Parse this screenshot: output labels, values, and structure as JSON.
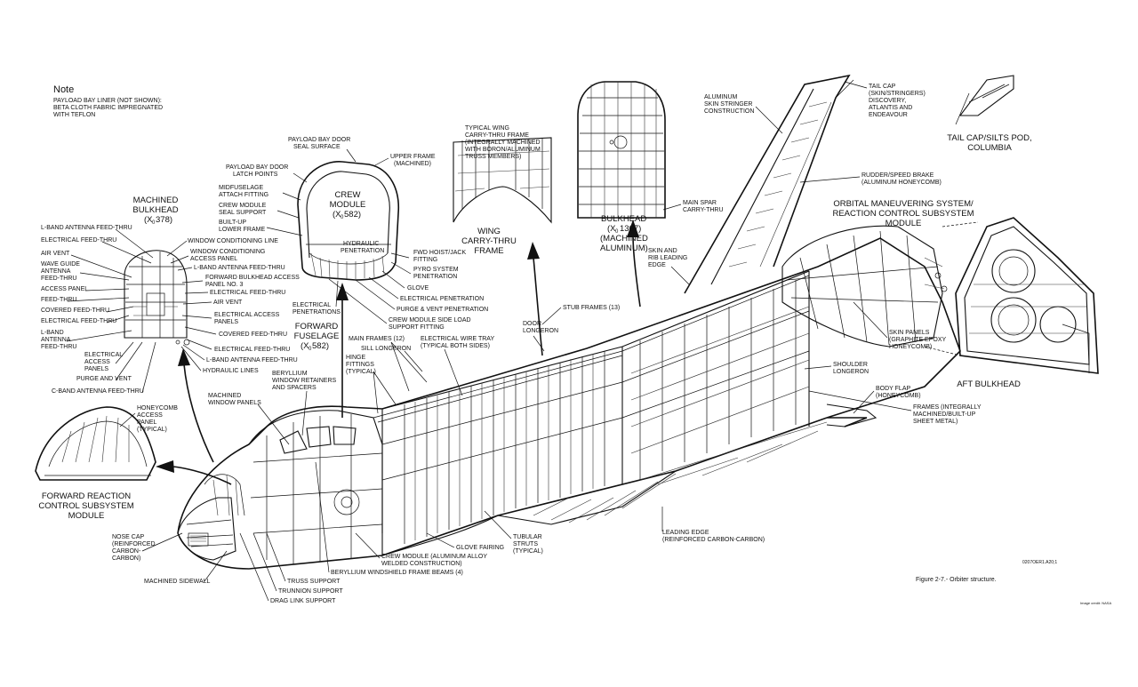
{
  "note": {
    "title": "Note",
    "lines": [
      "PAYLOAD BAY LINER (NOT SHOWN):",
      "BETA CLOTH FABRIC IMPREGNATED",
      "WITH TEFLON"
    ]
  },
  "sections": {
    "machined_bulkhead": [
      "MACHINED",
      "BULKHEAD",
      "(X",
      "0",
      " 378)"
    ],
    "crew_module": [
      "CREW",
      "MODULE",
      "(X",
      "0",
      " 582)"
    ],
    "forward_fuselage": [
      "FORWARD",
      "FUSELAGE",
      "(X",
      "0",
      " 582)"
    ],
    "wing_carry_thru": [
      "WING",
      "CARRY-THRU",
      "FRAME"
    ],
    "bulkhead_1307": [
      "BULKHEAD",
      "(X",
      "0",
      " 1307)",
      "(MACHINED",
      "ALUMINUM)"
    ],
    "oms_rcs": [
      "ORBITAL MANEUVERING SYSTEM/",
      "REACTION CONTROL SUBSYSTEM",
      "MODULE"
    ],
    "aft_bulkhead": "AFT BULKHEAD",
    "tail_cap_pod": [
      "TAIL CAP/SILTS POD,",
      "COLUMBIA"
    ],
    "forward_rcs": [
      "FORWARD REACTION",
      "CONTROL SUBSYSTEM",
      "MODULE"
    ]
  },
  "labels": {
    "l_band_1": "L-BAND ANTENNA FEED-THRU",
    "electrical_feed_1": "ELECTRICAL FEED-THRU",
    "air_vent_1": "AIR VENT",
    "wave_guide": [
      "WAVE GUIDE",
      "ANTENNA",
      "FEED-THRU"
    ],
    "access_panel": "ACCESS PANEL",
    "feed_thru": "FEED-THRU",
    "covered_feed_1": "COVERED FEED-THRU",
    "electrical_feed_2": "ELECTRICAL FEED-THRU",
    "l_band_2": [
      "L-BAND",
      "ANTENNA",
      "FEED-THRU"
    ],
    "electrical_access_1": [
      "ELECTRICAL",
      "ACCESS",
      "PANELS"
    ],
    "purge_vent_1": "PURGE AND VENT",
    "c_band": "C-BAND ANTENNA FEED-THRU",
    "window_cond_line": "WINDOW CONDITIONING LINE",
    "window_cond_access": [
      "WINDOW CONDITIONING",
      "ACCESS PANEL"
    ],
    "l_band_3": "L-BAND ANTENNA FEED-THRU",
    "fwd_bulkhead_access": [
      "FORWARD BULKHEAD ACCESS",
      "PANEL NO. 3"
    ],
    "electrical_feed_3": "ELECTRICAL FEED-THRU",
    "air_vent_2": "AIR VENT",
    "electrical_access_2": [
      "ELECTRICAL ACCESS",
      "PANELS"
    ],
    "covered_feed_2": "COVERED FEED-THRU",
    "electrical_feed_4": "ELECTRICAL FEED-THRU",
    "l_band_4": "L-BAND ANTENNA FEED-THRU",
    "hydraulic_lines": "HYDRAULIC LINES",
    "payload_door_seal": [
      "PAYLOAD BAY DOOR",
      "SEAL SURFACE"
    ],
    "payload_door_latch": [
      "PAYLOAD BAY DOOR",
      "LATCH POINTS"
    ],
    "midfuselage_attach": [
      "MIDFUSELAGE",
      "ATTACH FITTING"
    ],
    "crew_module_seal": [
      "CREW MODULE",
      "SEAL SUPPORT"
    ],
    "built_up_lower": [
      "BUILT-UP",
      "LOWER FRAME"
    ],
    "upper_frame": [
      "UPPER FRAME",
      "(MACHINED)"
    ],
    "hydraulic_pen": [
      "HYDRAULIC",
      "PENETRATION"
    ],
    "fwd_hoist": [
      "FWD HOIST/JACK",
      "FITTING"
    ],
    "pyro_system": [
      "PYRO SYSTEM",
      "PENETRATION"
    ],
    "glove": "GLOVE",
    "electrical_pen_1": "ELECTRICAL PENETRATION",
    "electrical_pen_2": [
      "ELECTRICAL",
      "PENETRATIONS"
    ],
    "purge_vent_pen": "PURGE & VENT PENETRATION",
    "crew_side_load": [
      "CREW MODULE SIDE LOAD",
      "SUPPORT FITTING"
    ],
    "typical_wing": [
      "TYPICAL WING",
      "CARRY-THRU FRAME",
      "(INTEGRALLY MACHINED",
      "WITH BORON/ALUMINUM",
      "TRUSS MEMBERS)"
    ],
    "main_spar": [
      "MAIN SPAR",
      "CARRY-THRU"
    ],
    "aluminum_skin": [
      "ALUMINUM",
      "SKIN STRINGER",
      "CONSTRUCTION"
    ],
    "tail_cap": [
      "TAIL CAP",
      "(SKIN/STRINGERS)",
      "DISCOVERY,",
      "ATLANTIS AND",
      "ENDEAVOUR"
    ],
    "rudder": [
      "RUDDER/SPEED BRAKE",
      "(ALUMINUM HONEYCOMB)"
    ],
    "skin_rib": [
      "SKIN AND",
      "RIB LEADING",
      "EDGE"
    ],
    "stub_frames": "STUB FRAMES (13)",
    "door_longeron": [
      "DOOR",
      "LONGERON"
    ],
    "main_frames": "MAIN FRAMES (12)",
    "electrical_wire_tray": [
      "ELECTRICAL WIRE TRAY",
      "(TYPICAL BOTH SIDES)"
    ],
    "sill_longeron": "SILL LONGERON",
    "hinge_fittings": [
      "HINGE",
      "FITTINGS",
      "(TYPICAL)"
    ],
    "beryllium_retainers": [
      "BERYLLIUM",
      "WINDOW RETAINERS",
      "AND SPACERS"
    ],
    "machined_window": [
      "MACHINED",
      "WINDOW PANELS"
    ],
    "honeycomb_access": [
      "HONEYCOMB",
      "ACCESS",
      "PANEL",
      "(TYPICAL)"
    ],
    "skin_panels": [
      "SKIN PANELS",
      "(GRAPHITE EPOXY",
      "HONEYCOMB)"
    ],
    "shoulder_longeron": [
      "SHOULDER",
      "LONGERON"
    ],
    "body_flap": [
      "BODY FLAP",
      "(HONEYCOMB)"
    ],
    "frames_integral": [
      "FRAMES (INTEGRALLY",
      "MACHINED/BUILT-UP",
      "SHEET METAL)"
    ],
    "leading_edge": [
      "LEADING EDGE",
      "(REINFORCED CARBON-CARBON)"
    ],
    "tubular_struts": [
      "TUBULAR",
      "STRUTS",
      "(TYPICAL)"
    ],
    "glove_fairing": "GLOVE FAIRING",
    "crew_module_alum": [
      "CREW MODULE (ALUMINUM ALLOY",
      "WELDED CONSTRUCTION)"
    ],
    "beryllium_beams": "BERYLLIUM WINDSHIELD FRAME BEAMS (4)",
    "truss_support": "TRUSS SUPPORT",
    "trunnion_support": "TRUNNION SUPPORT",
    "drag_link": "DRAG LINK SUPPORT",
    "nose_cap": [
      "NOSE CAP",
      "(REINFORCED",
      "CARBON-",
      "CARBON)"
    ],
    "machined_sidewall": "MACHINED SIDEWALL"
  },
  "caption": "Figure 2-7.-  Orbiter structure.",
  "figure_id": "0207OER1.A20;1",
  "credit": "Image credit: NASA"
}
